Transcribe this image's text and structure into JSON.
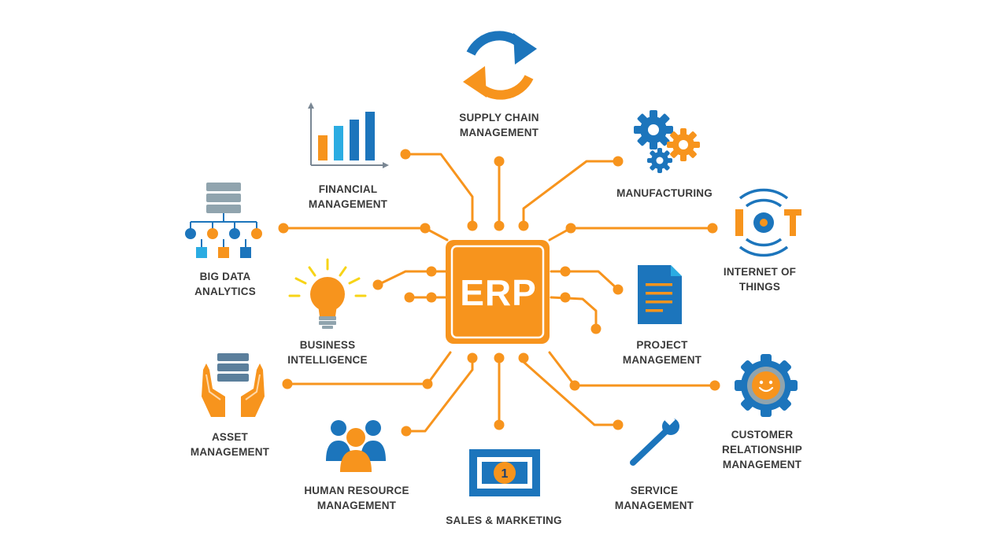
{
  "center": {
    "label": "ERP"
  },
  "colors": {
    "orange": "#f7941d",
    "blue": "#1c75bc",
    "light_blue": "#2bace2",
    "text": "#3a3a3a"
  },
  "modules": [
    {
      "id": "supply-chain",
      "icon": "recycle-arrows-icon",
      "lines": [
        "SUPPLY CHAIN",
        "MANAGEMENT"
      ]
    },
    {
      "id": "financial",
      "icon": "bar-chart-icon",
      "lines": [
        "FINANCIAL",
        "MANAGEMENT"
      ]
    },
    {
      "id": "manufacturing",
      "icon": "gears-icon",
      "lines": [
        "MANUFACTURING"
      ]
    },
    {
      "id": "big-data",
      "icon": "database-tree-icon",
      "lines": [
        "BIG DATA",
        "ANALYTICS"
      ]
    },
    {
      "id": "iot",
      "icon": "iot-signal-icon",
      "lines": [
        "INTERNET OF",
        "THINGS"
      ]
    },
    {
      "id": "business-intelligence",
      "icon": "light-bulb-icon",
      "lines": [
        "BUSINESS",
        "INTELLIGENCE"
      ]
    },
    {
      "id": "project",
      "icon": "document-icon",
      "lines": [
        "PROJECT",
        "MANAGEMENT"
      ]
    },
    {
      "id": "asset",
      "icon": "hands-database-icon",
      "lines": [
        "ASSET",
        "MANAGEMENT"
      ]
    },
    {
      "id": "crm",
      "icon": "smiley-gear-icon",
      "lines": [
        "CUSTOMER",
        "RELATIONSHIP",
        "MANAGEMENT"
      ]
    },
    {
      "id": "hr",
      "icon": "people-group-icon",
      "lines": [
        "HUMAN RESOURCE",
        "MANAGEMENT"
      ]
    },
    {
      "id": "sales",
      "icon": "banknote-icon",
      "lines": [
        "SALES & MARKETING"
      ],
      "icon_text": "1"
    },
    {
      "id": "service",
      "icon": "wrench-icon",
      "lines": [
        "SERVICE",
        "MANAGEMENT"
      ]
    }
  ]
}
